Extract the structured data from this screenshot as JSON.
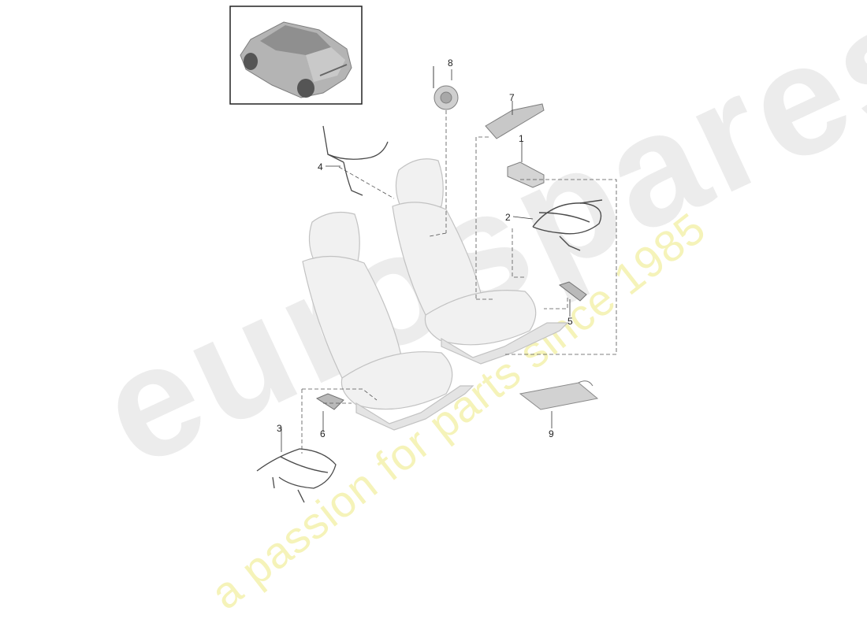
{
  "callouts": [
    {
      "id": "1",
      "label": "1"
    },
    {
      "id": "2",
      "label": "2"
    },
    {
      "id": "3",
      "label": "3"
    },
    {
      "id": "4",
      "label": "4"
    },
    {
      "id": "5",
      "label": "5"
    },
    {
      "id": "6",
      "label": "6"
    },
    {
      "id": "7",
      "label": "7"
    },
    {
      "id": "8",
      "label": "8"
    },
    {
      "id": "9",
      "label": "9"
    }
  ],
  "watermark": {
    "brand": "eurospares",
    "tagline": "a passion for parts since 1985",
    "brand_color": "#ececec",
    "tagline_color": "#f5f3b9"
  },
  "colors": {
    "line": "#333333",
    "part_fill": "#d7d7d7",
    "part_stroke": "#8a8a8a",
    "seat_fill": "#f1f1f1"
  }
}
